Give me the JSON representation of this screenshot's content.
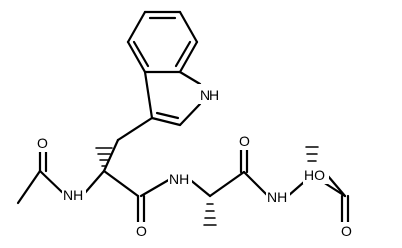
{
  "molecule": {
    "labels": {
      "indole_nh": "H",
      "indole_n": "N",
      "acetyl_o": "O",
      "amide_nh_1": "NH",
      "carbonyl_o_1": "O",
      "amide_nh_2": "NH",
      "carbonyl_o_2": "O",
      "amide_nh_3": "NH",
      "hydroxyl": "HO",
      "carboxyl_o": "O"
    }
  }
}
